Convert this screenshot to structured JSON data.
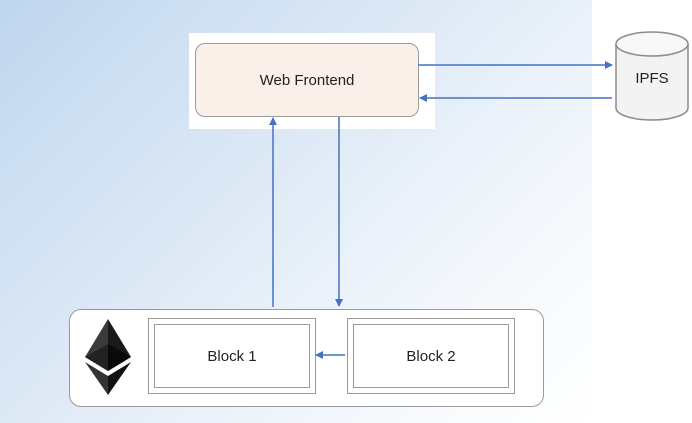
{
  "nodes": {
    "web_frontend": "Web Frontend",
    "ipfs": "IPFS",
    "block1": "Block 1",
    "block2": "Block 2"
  },
  "icons": {
    "blockchain_logo": "ethereum-icon",
    "storage": "database-icon"
  },
  "colors": {
    "arrow": "#4472c4",
    "frontend_fill": "#fbefe9",
    "background_gradient_start": "#bfd6ef"
  }
}
